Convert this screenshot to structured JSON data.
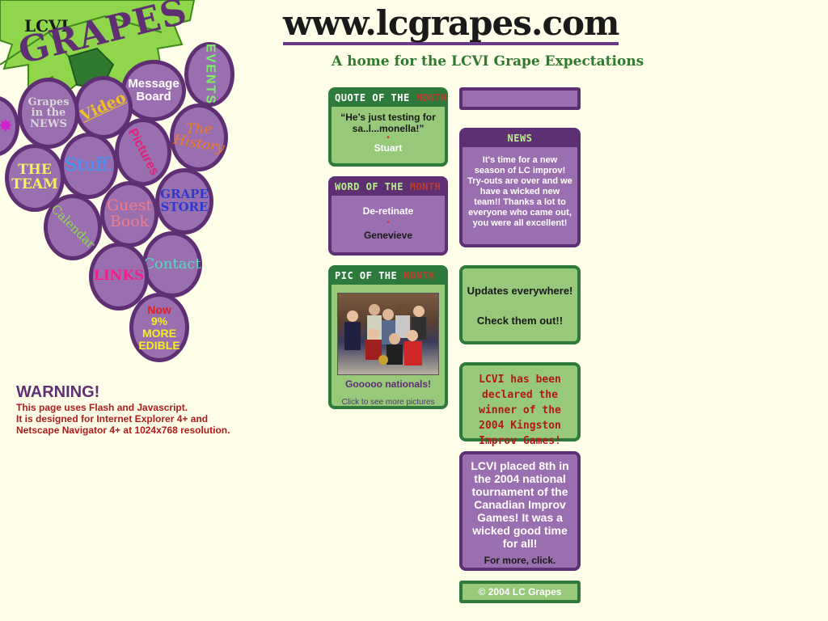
{
  "brand": {
    "prefix": "LCVI",
    "name": "GRAPES"
  },
  "header": {
    "site_title": "www.lcgrapes.com",
    "tagline": "A home for the LCVI Grape Expectations"
  },
  "nav": {
    "events": "EVENTS",
    "message_board_1": "Message",
    "message_board_2": "Board",
    "video": "Video",
    "grapes_news_1": "Grapes",
    "grapes_news_2": "in the",
    "grapes_news_3": "NEWS",
    "pictures": "Pictures",
    "history_1": "The",
    "history_2": "History",
    "team_1": "THE",
    "team_2": "TEAM",
    "stuff": "Stuff.",
    "store_1": "GRAPE",
    "store_2": "STORE",
    "guestbook_1": "Guest",
    "guestbook_2": "Book",
    "calendar": "Calendar",
    "contact": "Contact",
    "links": "LINKS",
    "edible_1": "Now",
    "edible_2": "9% MORE",
    "edible_3": "EDIBLE"
  },
  "quote_box": {
    "header_prefix": "QUOTE OF THE",
    "header_month": "MONTH",
    "quote": "“He’s just testing for sa..l...monella!”",
    "author": "Stuart"
  },
  "word_box": {
    "header_prefix": "WORD OF THE",
    "header_month": "MONTH",
    "word": "De-retinate",
    "author": "Genevieve"
  },
  "pic_box": {
    "header_prefix": "PIC OF THE",
    "header_month": "MONTH",
    "caption": "Gooooo nationals!",
    "link": "Click to see more pictures"
  },
  "news_box": {
    "header": "NEWS",
    "body": "It's time for a new season of LC improv! Try-outs are over and we have a wicked new team!! Thanks a lot to everyone who came out, you were all excellent!"
  },
  "updates_box": {
    "line1": "Updates everywhere!",
    "line2": "Check them out!!"
  },
  "winner_box": {
    "text": "LCVI has been declared the winner of the 2004 Kingston Improv Games!"
  },
  "national_box": {
    "text": "LCVI placed 8th in the 2004 national tournament of the Canadian Improv Games! It was a wicked good time for all!",
    "more": "For more, click."
  },
  "footer": {
    "copyright": "© 2004 LC Grapes"
  },
  "warning": {
    "title": "WARNING!",
    "line1": "This page uses Flash and Javascript.",
    "line2": "It is designed for Internet Explorer 4+ and",
    "line3": "Netscape Navigator 4+ at 1024x768 resolution."
  },
  "colors": {
    "background": "#ffffe9",
    "grape_fill": "#9a6fb0",
    "grape_border": "#5f2f74",
    "green_box": "#98c87a",
    "green_border": "#2e7a3c",
    "leaf": "#8fd64a"
  }
}
